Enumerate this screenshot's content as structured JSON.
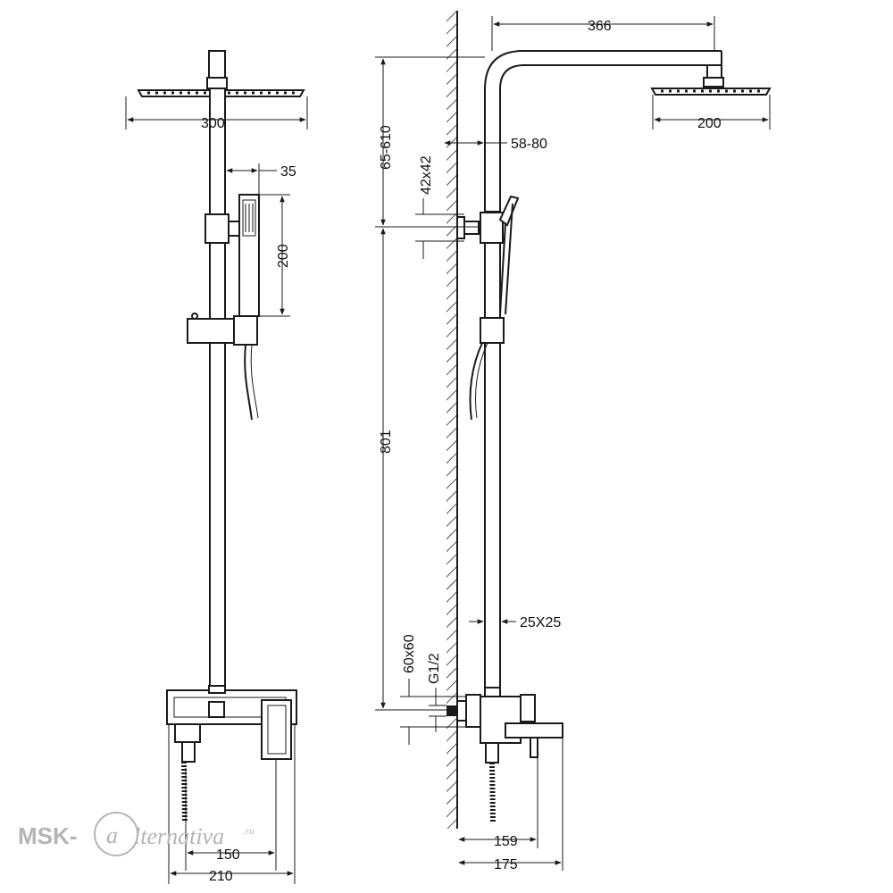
{
  "dimensions": {
    "head_width_front": "300",
    "hand_offset": "35",
    "hand_length": "200",
    "mixer_centers": "150",
    "mixer_width": "210",
    "arm_length": "366",
    "head_width_side": "200",
    "wall_distance": "58-80",
    "height_adjust": "65-610",
    "bracket_size": "42x42",
    "rail_height": "801",
    "tube_section": "25X25",
    "mixer_body": "60x60",
    "thread": "G1/2",
    "spout_depth": "159",
    "mixer_depth": "175"
  },
  "watermark": {
    "brand": "MSK-",
    "script": "lternativa",
    "domain": ".ru"
  }
}
